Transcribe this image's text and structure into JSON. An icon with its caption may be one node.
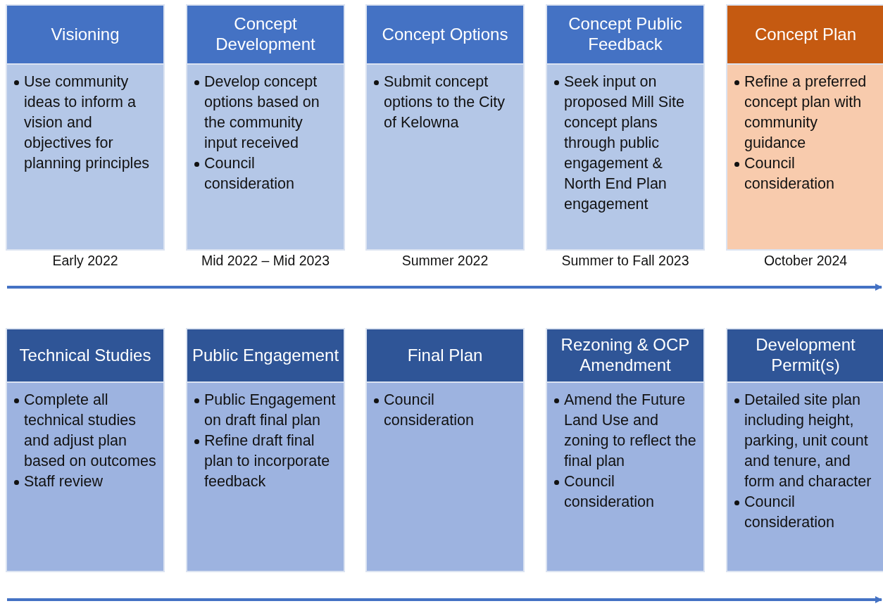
{
  "diagram": {
    "nodes": [
      {
        "text": [
          "Visioning",
          "Use community ideas to inform a vision and objectives for planning principles"
        ],
        "beside": [
          "Early 2022"
        ]
      },
      {
        "text": [
          "Concept Development",
          "Develop concept options based on the community input received",
          "Council consideration"
        ],
        "beside": [
          "Mid 2022 – Mid 2023"
        ]
      },
      {
        "text": [
          "Concept Options",
          "Submit concept options to the City of Kelowna"
        ],
        "beside": [
          "Summer 2022"
        ]
      },
      {
        "text": [
          "Concept Public Feedback",
          "Seek input on proposed Mill Site concept plans through public engagement & North End Plan engagement"
        ],
        "beside": [
          "Summer to Fall 2023"
        ]
      },
      {
        "text": [
          "Concept Plan",
          "Refine a preferred concept plan with community guidance",
          "Council consideration"
        ],
        "beside": [
          "October 2024"
        ]
      },
      {
        "text": [
          "Technical Studies",
          "Complete all technical studies and adjust plan based on outcomes",
          "Staff review"
        ]
      },
      {
        "text": [
          "Public Engagement",
          "Public Engagement on draft final plan",
          "Refine draft final plan to incorporate feedback"
        ]
      },
      {
        "text": [
          "Final Plan",
          "Council consideration"
        ]
      },
      {
        "text": [
          "Rezoning & OCP Amendment",
          "Amend the Future Land Use and zoning to reflect the final plan",
          "Council consideration"
        ]
      },
      {
        "text": [
          "Development Permit(s)",
          "Detailed site plan including height, parking, unit count and tenure, and form and character",
          "Council consideration"
        ]
      }
    ]
  }
}
